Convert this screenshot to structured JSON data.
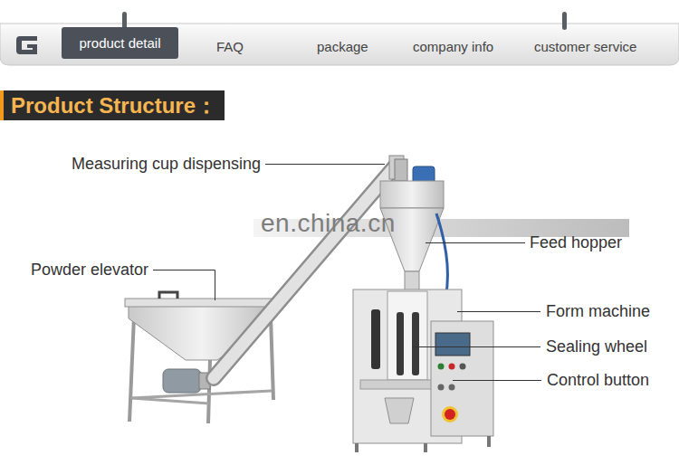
{
  "diagram": {
    "title": "Product Structure：",
    "nodes": [
      {
        "text": [
          "product detail"
        ]
      }
    ],
    "labels": [
      "FAQ",
      "package",
      "company info",
      "customer service",
      "Measuring cup dispensing",
      "Powder elevator",
      "Feed hopper",
      "Form machine",
      "Sealing wheel",
      "Control button",
      "en.china.cn"
    ]
  }
}
